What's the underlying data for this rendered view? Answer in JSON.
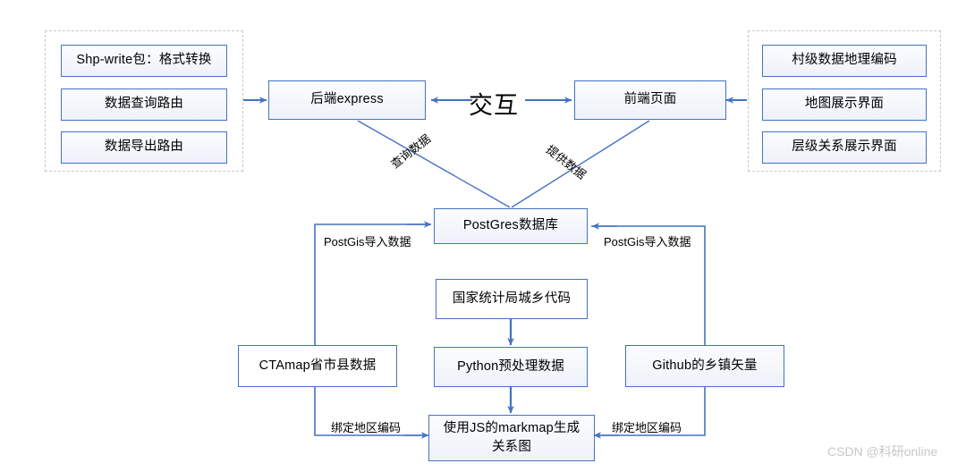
{
  "diagram": {
    "title_label": "交互",
    "watermark": "CSDN @科研online",
    "colors": {
      "node_border": "#4472c4",
      "group_border": "#c9c9c9",
      "arrow": "#4472c4",
      "watermark": "#c8c8c8"
    },
    "left_group": {
      "name": "backend-modules-group",
      "items": [
        {
          "label": "Shp-write包：格式转换"
        },
        {
          "label": "数据查询路由"
        },
        {
          "label": "数据导出路由"
        }
      ]
    },
    "right_group": {
      "name": "frontend-modules-group",
      "items": [
        {
          "label": "村级数据地理编码"
        },
        {
          "label": "地图展示界面"
        },
        {
          "label": "层级关系展示界面"
        }
      ]
    },
    "nodes": {
      "backend": "后端express",
      "frontend": "前端页面",
      "database": "PostGres数据库",
      "stats_code": "国家统计局城乡代码",
      "python": "Python预处理数据",
      "ctamap": "CTAmap省市县数据",
      "github": "Github的乡镇矢量",
      "markmap_line1": "使用JS的markmap生成",
      "markmap_line2": "关系图"
    },
    "edge_labels": {
      "query_data": "查询数据",
      "provide_data": "提供数据",
      "postgis_import_left": "PostGis导入数据",
      "postgis_import_right": "PostGis导入数据",
      "bind_code_left": "绑定地区编码",
      "bind_code_right": "绑定地区编码"
    }
  }
}
